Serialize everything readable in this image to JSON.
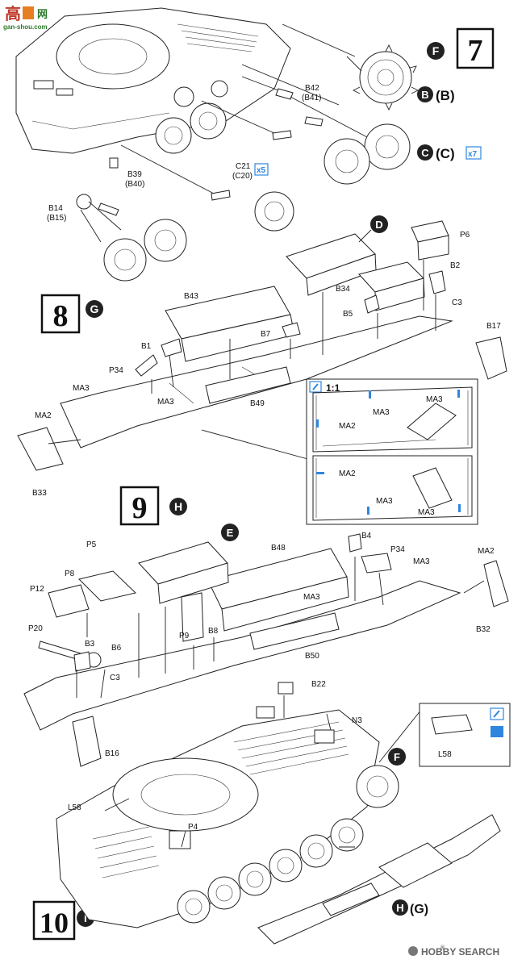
{
  "watermark_top": {
    "cn": "高",
    "domain": "gan-shou.com"
  },
  "steps": [
    {
      "number": "7",
      "letter": "F"
    },
    {
      "number": "8",
      "letter": "G"
    },
    {
      "number": "9",
      "letter": "H"
    },
    {
      "number": "10",
      "letter": "I"
    }
  ],
  "callouts": {
    "b_paren": "B",
    "b_paren_inner": "(B)",
    "c_paren": "C",
    "c_paren_inner": "(C)",
    "x7": "x7",
    "x5": "x5",
    "d": "D",
    "e": "E",
    "f": "F",
    "h_paren": "H",
    "h_paren_inner": "(G)"
  },
  "labels": {
    "b42": "B42",
    "b41": "(B41)",
    "c21": "C21",
    "c20": "(C20)",
    "b39": "B39",
    "b40": "(B40)",
    "b14": "B14",
    "b15": "(B15)",
    "p6": "P6",
    "b2": "B2",
    "c3a": "C3",
    "b17": "B17",
    "b34": "B34",
    "b5": "B5",
    "b43": "B43",
    "b7": "B7",
    "b1": "B1",
    "p34a": "P34",
    "ma3a": "MA3",
    "ma3b": "MA3",
    "b49": "B49",
    "ma2a": "MA2",
    "b33": "B33",
    "scale": "1:1",
    "d_ma3a": "MA3",
    "d_ma3b": "MA3",
    "d_ma2a": "MA2",
    "d_ma2b": "MA2",
    "d_ma3c": "MA3",
    "d_ma3d": "MA3",
    "b4": "B4",
    "p34b": "P34",
    "ma3c": "MA3",
    "ma2b": "MA2",
    "b32": "B32",
    "b48": "B48",
    "ma3d": "MA3",
    "p5": "P5",
    "p8": "P8",
    "p12": "P12",
    "p9": "P9",
    "b8": "B8",
    "p20": "P20",
    "b3": "B3",
    "b6": "B6",
    "c3b": "C3",
    "b50": "B50",
    "b16": "B16",
    "b22": "B22",
    "n3": "N3",
    "l58a": "L58",
    "l58b": "L58",
    "p4": "P4"
  },
  "watermark_bottom": {
    "text": "HOBBY SEARCH",
    "reg": "®"
  }
}
